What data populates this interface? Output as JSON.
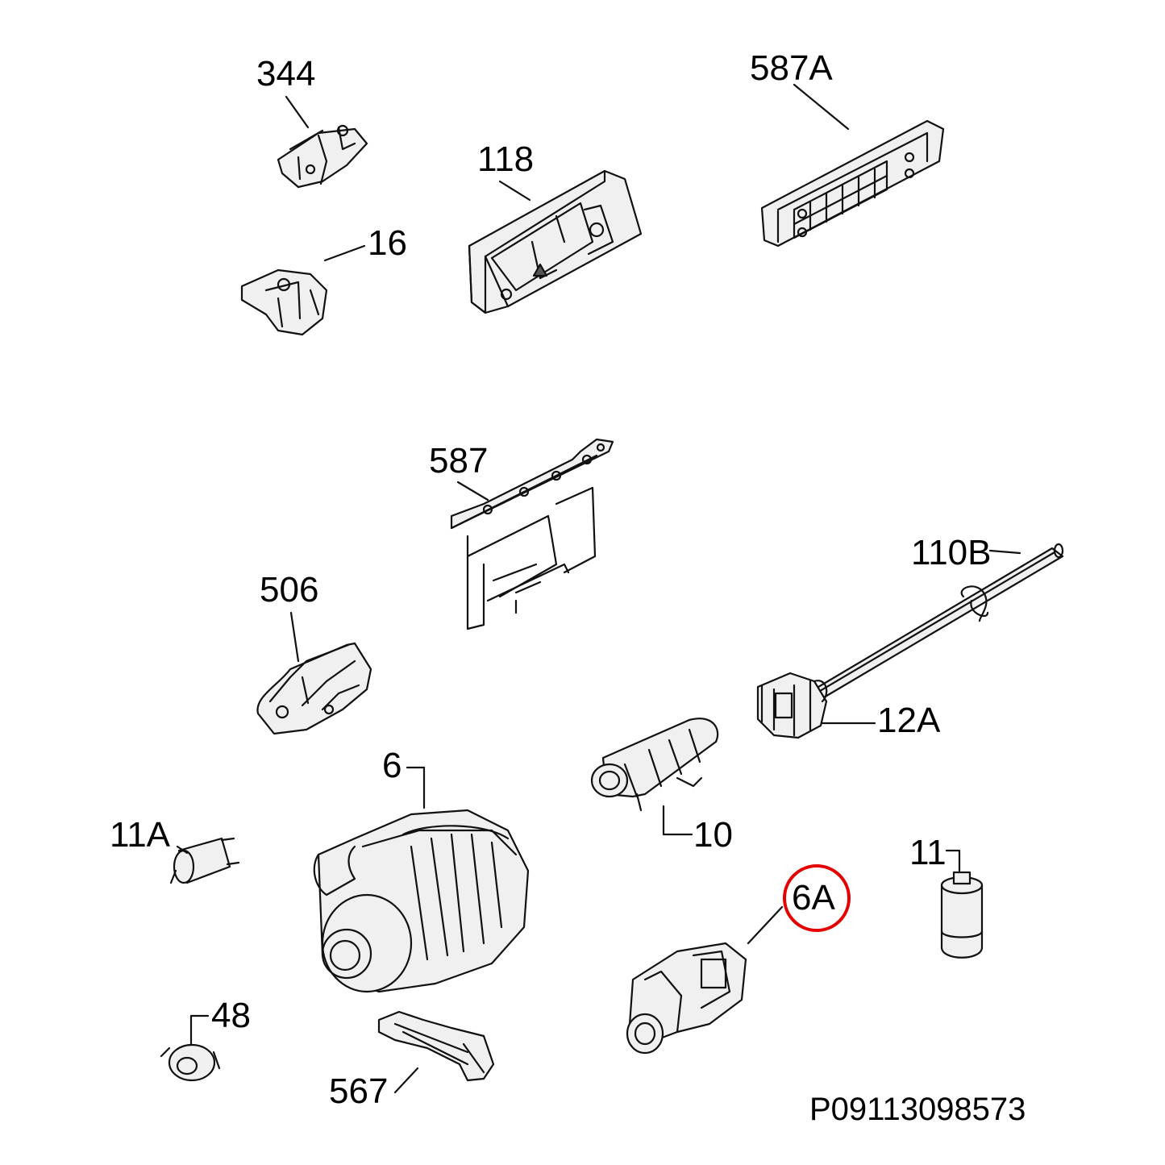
{
  "diagram": {
    "drawing_code": "P09113098573",
    "highlight_color": "#e50000",
    "highlighted_part": "6A",
    "parts": [
      {
        "key": "p344",
        "label": "344"
      },
      {
        "key": "p587a",
        "label": "587A"
      },
      {
        "key": "p118",
        "label": "118"
      },
      {
        "key": "p16",
        "label": "16"
      },
      {
        "key": "p587",
        "label": "587"
      },
      {
        "key": "p110b",
        "label": "110B"
      },
      {
        "key": "p506",
        "label": "506"
      },
      {
        "key": "p12a",
        "label": "12A"
      },
      {
        "key": "p6",
        "label": "6"
      },
      {
        "key": "p10",
        "label": "10"
      },
      {
        "key": "p11a",
        "label": "11A"
      },
      {
        "key": "p11",
        "label": "11"
      },
      {
        "key": "p6a",
        "label": "6A"
      },
      {
        "key": "p48",
        "label": "48"
      },
      {
        "key": "p567",
        "label": "567"
      }
    ]
  }
}
